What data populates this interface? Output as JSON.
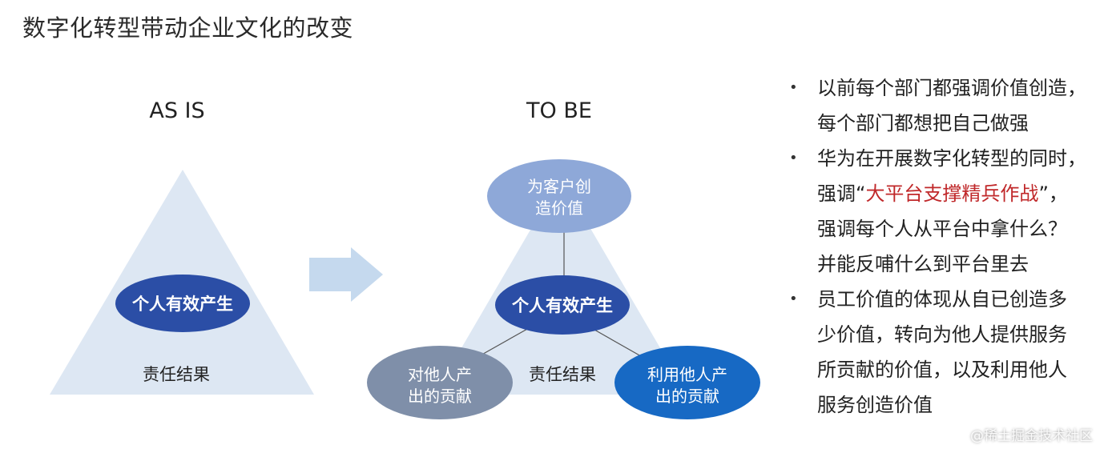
{
  "title": "数字化转型带动企业文化的改变",
  "as_is": {
    "heading": "AS IS",
    "center": "个人有效产生",
    "base": "责任结果"
  },
  "to_be": {
    "heading": "TO BE",
    "top": [
      "为客户创",
      "造价值"
    ],
    "center": "个人有效产生",
    "base": "责任结果",
    "left": [
      "对他人产",
      "出的贡献"
    ],
    "right": [
      "利用他人产",
      "出的贡献"
    ]
  },
  "bullets": [
    {
      "lines": [
        {
          "text": "以前每个部门都强调价值创造，"
        },
        {
          "text": "每个部门都想把自己做强"
        }
      ]
    },
    {
      "lines": [
        {
          "text": "华为在开展数字化转型的同时，"
        },
        {
          "pre": "强调“",
          "highlight": "大平台支撑精兵作战",
          "post": "”，"
        },
        {
          "text": "强调每个人从平台中拿什么？"
        },
        {
          "text": "并能反哺什么到平台里去"
        }
      ]
    },
    {
      "lines": [
        {
          "text": "员工价值的体现从自已创造多"
        },
        {
          "text": "少价值，转向为他人提供服务"
        },
        {
          "text": "所贡献的价值，以及利用他人"
        },
        {
          "text": "服务创造价值"
        }
      ]
    }
  ],
  "bullet_marker": "•",
  "watermark": "@稀土掘金技术社区",
  "colors": {
    "triangle": "#dde7f3",
    "arrow": "#c5d9ee",
    "navy": "#2b4ea6",
    "top_ellipse": "#8ea8d8",
    "left_ellipse": "#7f8fa9",
    "right_ellipse": "#1769c4",
    "highlight": "#c0282a"
  }
}
